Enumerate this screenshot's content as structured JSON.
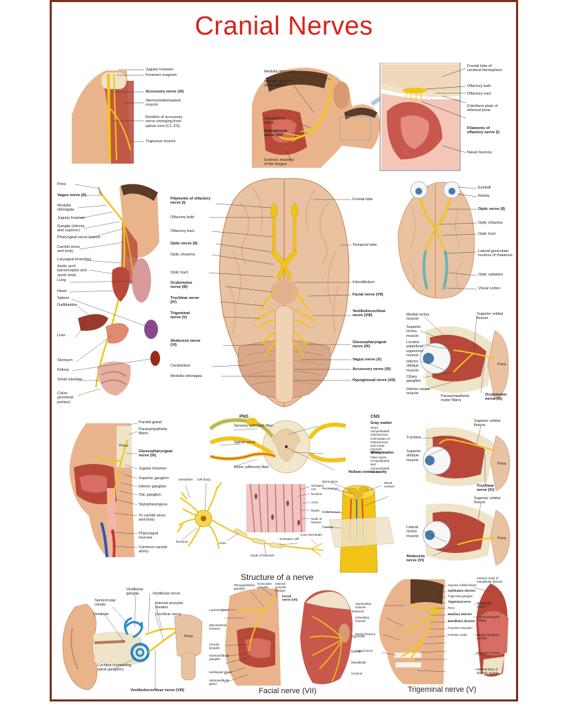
{
  "title": "Cranial Nerves",
  "neck_panel": {
    "labels": [
      "Jugular foramen",
      "Foramen magnum",
      "Accessory nerve (XI)",
      "Sternocleidomastoid muscle",
      "Rootlets of accessory nerve emerging from spinal cord (C1–C5)",
      "Trapezius muscle"
    ]
  },
  "tongue_panel": {
    "labels": [
      "Medulla oblongata",
      "Intrinsic muscles of the tongue",
      "Hypoglossal canal",
      "Hypoglossal nerve (XII)",
      "Extrinsic muscles of the tongue"
    ]
  },
  "olfactory_panel": {
    "labels": [
      "Frontal lobe of cerebral hemisphere",
      "Olfactory bulb",
      "Olfactory tract",
      "Cribriform plate of ethmoid bone",
      "Filaments of olfactory nerve (I)",
      "Nasal mucosa"
    ]
  },
  "vagus_panel": {
    "labels": [
      "Pons",
      "Vagus nerve (X)",
      "Medulla oblongata",
      "Jugular foramen",
      "Ganglia (inferior and superior)",
      "Pharyngeal nerve branch",
      "Carotid sinus and body",
      "Laryngeal branches",
      "Aortic arch baroreceptor and aortic body",
      "Lung",
      "Heart",
      "Spleen",
      "Gallbladder",
      "Liver",
      "Stomach",
      "Kidney",
      "Small intestine",
      "Colon (proximal portion)"
    ]
  },
  "brain_panel": {
    "left_labels": [
      "Filaments of olfactory nerve (I)",
      "Olfactory bulb",
      "Olfactory tract",
      "Optic nerve (II)",
      "Optic chiasma",
      "Optic tract",
      "Oculomotor nerve (III)",
      "Trochlear nerve (IV)",
      "Trigeminal nerve (V)",
      "Abducens nerve (VI)",
      "Cerebellum",
      "Medulla oblongata"
    ],
    "right_labels": [
      "Frontal lobe",
      "Temporal lobe",
      "Infundibulum",
      "Facial nerve (VII)",
      "Vestibulocochlear nerve (VIII)",
      "Glossopharyngeal nerve (IX)",
      "Vagus nerve (X)",
      "Accessory nerve (XI)",
      "Hypoglossal nerve (XII)"
    ]
  },
  "visual_panel": {
    "labels": [
      "Eyeball",
      "Retina",
      "Optic nerve (II)",
      "Optic chiasma",
      "Optic tract",
      "Lateral geniculate nucleus of thalamus",
      "Optic radiation",
      "Visual cortex"
    ]
  },
  "oculomotor_panel": {
    "labels": [
      "Medial rectus muscle",
      "Superior orbital fissure",
      "Superior rectus muscle",
      "Levator palpebrae superioris muscle",
      "Inferior oblique muscle",
      "Ciliary ganglion",
      "Inferior rectus muscle",
      "Parasympathetic motor fibers",
      "Oculomotor nerve (III)",
      "Pons"
    ]
  },
  "glosso_panel": {
    "labels": [
      "Parotid gland",
      "Parasympathetic fibers",
      "Glossopharyngeal nerve (IX)",
      "Jugular foramen",
      "Superior ganglion",
      "Inferior ganglion",
      "Otic ganglion",
      "Stylopharyngeus",
      "To carotid sinus and body",
      "Pharyngeal mucosa",
      "Common carotid artery",
      "Pons"
    ]
  },
  "spinal_panel": {
    "pns": "PNS",
    "cns": "CNS",
    "left_labels": [
      "Sensory (afferent) fiber",
      "Spinal nerve",
      "Motor (efferent) fiber"
    ],
    "gray_title": "Gray matter",
    "gray_desc": "Short unmyelinated interneurons Cell bodies of interneurons and motor neurons Neuroglia",
    "white_title": "White matter",
    "white_desc": "Fiber tracts of myelinated and unmyelinated axons",
    "hollow": "Hollow central cavity"
  },
  "trochlear_panel": {
    "labels": [
      "Trochlea",
      "Superior orbital fissure",
      "Superior oblique muscle",
      "Trochlear nerve (IV)",
      "Pons"
    ]
  },
  "abducens_panel": {
    "labels": [
      "Superior orbital fissure",
      "Lateral rectus muscle",
      "Abducens nerve (VI)",
      "Pons"
    ]
  },
  "neuron_panel": {
    "labels": [
      "Dendrites",
      "Cell body",
      "Nucleus",
      "Axon",
      "Node of Ranvier",
      "Schwann cell",
      "Axon terminals"
    ]
  },
  "tissue_panel": {
    "labels": [
      "Schwann cell",
      "Nucleus",
      "Axon",
      "Myelin",
      "Node of Ranvier"
    ]
  },
  "nerve_bundle_panel": {
    "labels": [
      "Epineurium",
      "Perineurium",
      "Endoneurium",
      "Fascicle",
      "Blood vessels"
    ]
  },
  "structure_caption": "Structure of a nerve",
  "ear_panel": {
    "labels": [
      "Vestibular ganglia",
      "Vestibular nerve",
      "Semicircular canals",
      "Internal acoustic meatus",
      "Cochlear nerve",
      "Vestibule",
      "Cochlea (containing spiral ganglion)",
      "Vestibulocochlear nerve (VIII)",
      "Pons"
    ]
  },
  "facial_panel": {
    "labels": [
      "Lacrimal gland",
      "Pterygopalatine ganglion",
      "Geniculate ganglion",
      "Internal acoustic meatus",
      "Facial nerve (VII)",
      "Stylomastoid foramen",
      "Chorda tympani",
      "Submandibular ganglion",
      "Sublingual gland",
      "Submandibular gland",
      "Temporal",
      "Zygomatic",
      "Buccal",
      "Mandibular",
      "Cervical"
    ],
    "caption": "Facial nerve (VII)"
  },
  "trigeminal_panel": {
    "labels": [
      "Superior orbital fissure",
      "Ophthalmic division",
      "Trigeminal ganglion",
      "Trigeminal nerve",
      "Pons",
      "Maxillary division",
      "Mandibular division",
      "Foramen rotundum",
      "Foramen ovale",
      "Supraorbital foramen",
      "Infraorbital foramen",
      "Mental foramen",
      "Lingual nerve",
      "Anterior trunk of mandibular division",
      "Temporalis muscle",
      "Lateral pterygoid muscle",
      "Medial pterygoid muscle",
      "Masseter muscle",
      "Anterior belly of digastric muscle"
    ],
    "caption": "Trigeminal nerve (V)"
  },
  "colors": {
    "title": "#d6221e",
    "border": "#7a2f1c",
    "nerve": "#f2c418",
    "skin": "#e9b48c",
    "muscle": "#b8483a",
    "brain": "#e9c2a2",
    "brain_dark": "#c98a66",
    "bone": "#efe3c8"
  }
}
